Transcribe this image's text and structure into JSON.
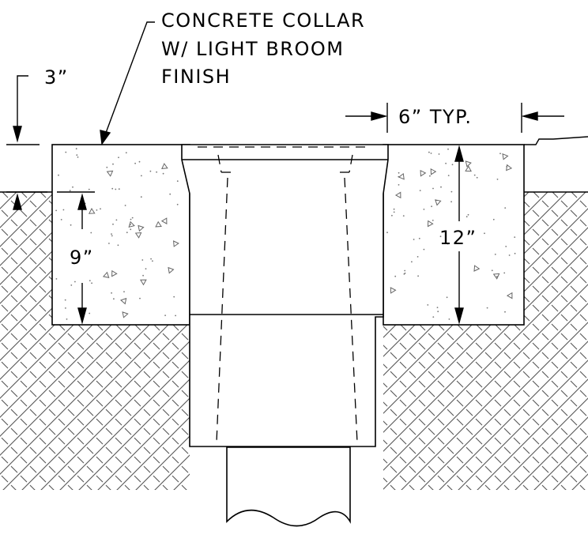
{
  "callout": {
    "line1": "CONCRETE COLLAR",
    "line2": "W/ LIGHT BROOM",
    "line3": "FINISH"
  },
  "dimensions": {
    "three_inch": "3”",
    "nine_inch": "9”",
    "twelve_inch": "12”",
    "six_inch_typ": "6” TYP."
  },
  "colors": {
    "line": "#000000",
    "hatch": "#555555",
    "stipple": "#777777",
    "background": "#ffffff"
  }
}
